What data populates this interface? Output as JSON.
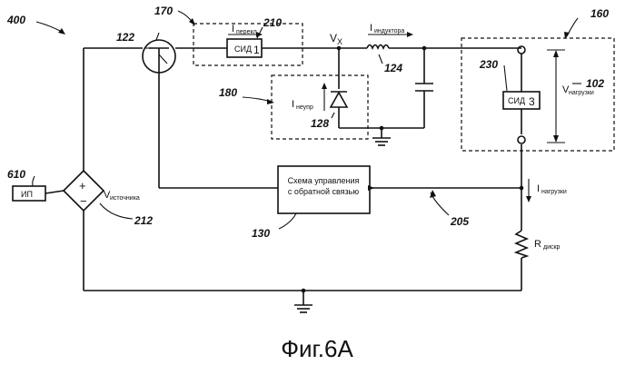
{
  "refs": {
    "r400": "400",
    "r122": "122",
    "r170": "170",
    "r210": "210",
    "r160": "160",
    "r124": "124",
    "r180": "180",
    "r128": "128",
    "r230": "230",
    "r102": "102",
    "r610": "610",
    "r212": "212",
    "r130": "130",
    "r205": "205"
  },
  "labels": {
    "i_switch_main": "I",
    "i_switch_sub": "перекл",
    "led1_main": "СИД",
    "led1_sub": "1",
    "vx_main": "V",
    "vx_sub": "X",
    "i_inductor_main": "I",
    "i_inductor_sub": "индуктора",
    "i_uncontrolled_main": "I",
    "i_uncontrolled_sub": "неупр",
    "led3_main": "СИД",
    "led3_sub": "3",
    "v_load_main": "V",
    "v_load_sub": "нагрузки",
    "ps_label": "ИП",
    "plus": "+",
    "minus": "−",
    "v_source_main": "V",
    "v_source_sub": "источника",
    "controller_line1": "Схема управления",
    "controller_line2": "с обратной связью",
    "i_load_main": "I",
    "i_load_sub": "нагрузки",
    "r_sense_main": "R",
    "r_sense_sub": "дискр"
  },
  "caption": "Фиг.6А"
}
